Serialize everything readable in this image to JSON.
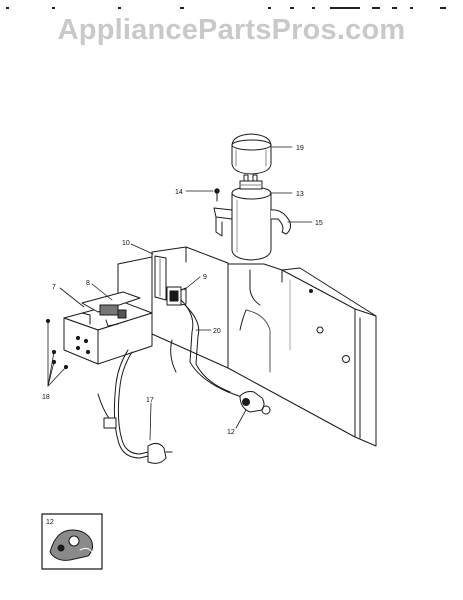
{
  "watermark": {
    "text": "AppliancePartsPros.com"
  },
  "callouts": {
    "p19": "19",
    "p13": "13",
    "p14": "14",
    "p15": "15",
    "p10": "10",
    "p7": "7",
    "p8": "8",
    "p9": "9",
    "p20": "20",
    "p18": "18",
    "p17": "17",
    "p12": "12",
    "inset12": "12"
  },
  "colors": {
    "line": "#1a1a1a",
    "shade": "#9a9a9a",
    "watermark": "#c9c9c9"
  }
}
